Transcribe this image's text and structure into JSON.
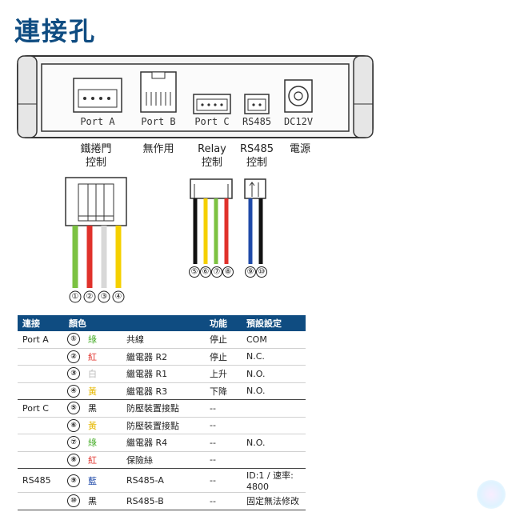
{
  "title": "連接孔",
  "ports": [
    {
      "label": "Port A"
    },
    {
      "label": "Port B"
    },
    {
      "label": "Port C"
    },
    {
      "label": "RS485"
    },
    {
      "label": "DC12V"
    }
  ],
  "captions": [
    {
      "line1": "鐵捲門",
      "line2": "控制"
    },
    {
      "line1": "無作用",
      "line2": ""
    },
    {
      "line1": "Relay",
      "line2": "控制"
    },
    {
      "line1": "RS485",
      "line2": "控制"
    },
    {
      "line1": "電源",
      "line2": ""
    }
  ],
  "wire_numbers": [
    "①",
    "②",
    "③",
    "④",
    "⑤",
    "⑥",
    "⑦",
    "⑧",
    "⑨",
    "⑩"
  ],
  "colors": {
    "green": "#7cc242",
    "red": "#e0312b",
    "white": "#d8d8d8",
    "yellow": "#f5d000",
    "black": "#111111",
    "blue": "#1f4aa8",
    "header": "#0f4c81"
  },
  "table": {
    "headers": [
      "連接",
      "顏色",
      "",
      "功能",
      "預設設定"
    ],
    "rows": [
      {
        "port": "Port A",
        "num": "①",
        "color": "綠",
        "color_hex": "#4caf2f",
        "name": "共線",
        "func": "停止",
        "default": "COM"
      },
      {
        "port": "",
        "num": "②",
        "color": "紅",
        "color_hex": "#e0312b",
        "name": "繼電器 R2",
        "func": "停止",
        "default": "N.C."
      },
      {
        "port": "",
        "num": "③",
        "color": "白",
        "color_hex": "#bbbbbb",
        "name": "繼電器 R1",
        "func": "上升",
        "default": "N.O."
      },
      {
        "port": "",
        "num": "④",
        "color": "黃",
        "color_hex": "#e6b800",
        "name": "繼電器 R3",
        "func": "下降",
        "default": "N.O."
      },
      {
        "port": "Port C",
        "num": "⑤",
        "color": "黑",
        "color_hex": "#111111",
        "name": "防壓裝置接點",
        "func": "--",
        "default": ""
      },
      {
        "port": "",
        "num": "⑥",
        "color": "黃",
        "color_hex": "#e6b800",
        "name": "防壓裝置接點",
        "func": "--",
        "default": ""
      },
      {
        "port": "",
        "num": "⑦",
        "color": "綠",
        "color_hex": "#4caf2f",
        "name": "繼電器 R4",
        "func": "--",
        "default": "N.O."
      },
      {
        "port": "",
        "num": "⑧",
        "color": "紅",
        "color_hex": "#e0312b",
        "name": "保險絲",
        "func": "--",
        "default": ""
      },
      {
        "port": "RS485",
        "num": "⑨",
        "color": "藍",
        "color_hex": "#1f4aa8",
        "name": "RS485-A",
        "func": "--",
        "default": "ID:1 / 速率: 4800"
      },
      {
        "port": "",
        "num": "⑩",
        "color": "黑",
        "color_hex": "#111111",
        "name": "RS485-B",
        "func": "--",
        "default": "固定無法修改"
      }
    ]
  }
}
